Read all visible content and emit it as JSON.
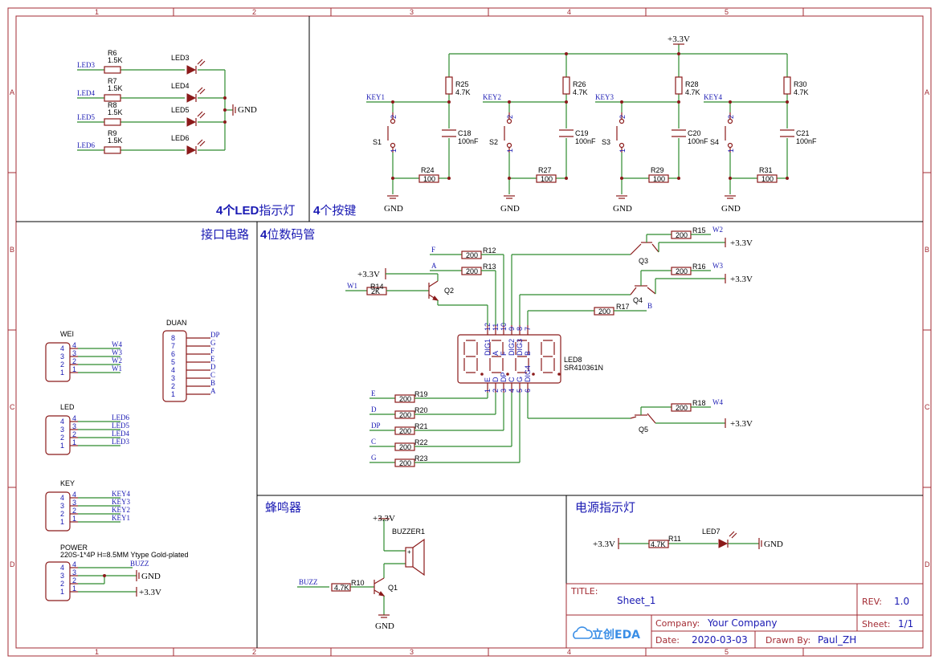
{
  "border": {
    "columns": [
      "1",
      "2",
      "3",
      "4",
      "5"
    ],
    "rows": [
      "A",
      "B",
      "C",
      "D"
    ]
  },
  "sections": {
    "led_title_num": "4",
    "led_title_bold": "个LED",
    "led_title_rest": "指示灯",
    "key_title_num": "4",
    "key_title_rest": "个按键",
    "iface_title": "接口电路",
    "seg_title_num": "4",
    "seg_title_rest": "位数码管",
    "buzzer_title": "蜂鸣器",
    "power_title": "电源指示灯"
  },
  "leds": [
    {
      "net": "LED3",
      "res": "R6",
      "val": "1.5K",
      "led": "LED3"
    },
    {
      "net": "LED4",
      "res": "R7",
      "val": "1.5K",
      "led": "LED4"
    },
    {
      "net": "LED5",
      "res": "R8",
      "val": "1.5K",
      "led": "LED5"
    },
    {
      "net": "LED6",
      "res": "R9",
      "val": "1.5K",
      "led": "LED6"
    }
  ],
  "gnd": "GND",
  "vcc": "+3.3V",
  "keys": [
    {
      "net": "KEY1",
      "sw": "S1",
      "rup": "R25",
      "rupv": "4.7K",
      "cap": "C18",
      "capv": "100nF",
      "rdn": "R24",
      "rdnv": "100"
    },
    {
      "net": "KEY2",
      "sw": "S2",
      "rup": "R26",
      "rupv": "4.7K",
      "cap": "C19",
      "capv": "100nF",
      "rdn": "R27",
      "rdnv": "100"
    },
    {
      "net": "KEY3",
      "sw": "S3",
      "rup": "R28",
      "rupv": "4.7K",
      "cap": "C20",
      "capv": "100nF",
      "rdn": "R29",
      "rdnv": "100"
    },
    {
      "net": "KEY4",
      "sw": "S4",
      "rup": "R30",
      "rupv": "4.7K",
      "cap": "C21",
      "capv": "100nF",
      "rdn": "R31",
      "rdnv": "100"
    }
  ],
  "switch_pins": [
    "2",
    "1"
  ],
  "wei": {
    "name": "WEI",
    "pins": [
      "4",
      "3",
      "2",
      "1"
    ],
    "nets": [
      "W4",
      "W3",
      "W2",
      "W1"
    ]
  },
  "duan": {
    "name": "DUAN",
    "pins": [
      "8",
      "7",
      "6",
      "5",
      "4",
      "3",
      "2",
      "1"
    ],
    "nets": [
      "DP",
      "G",
      "F",
      "E",
      "D",
      "C",
      "B",
      "A"
    ]
  },
  "ledhdr": {
    "name": "LED",
    "pins": [
      "4",
      "3",
      "2",
      "1"
    ],
    "nets": [
      "LED6",
      "LED5",
      "LED4",
      "LED3"
    ]
  },
  "keyhdr": {
    "name": "KEY",
    "pins": [
      "4",
      "3",
      "2",
      "1"
    ],
    "nets": [
      "KEY4",
      "KEY3",
      "KEY2",
      "KEY1"
    ]
  },
  "power": {
    "name": "POWER",
    "desc": "220S-1*4P H=8.5MM Ytype Gold-plated",
    "pins": [
      "4",
      "3",
      "2",
      "1"
    ],
    "net4": "BUZZ",
    "gnd": "GND",
    "vcc": "+3.3V"
  },
  "seg": {
    "ref": "LED8",
    "part": "SR410361N",
    "top_pins": [
      "12",
      "11",
      "10",
      "9",
      "8",
      "7"
    ],
    "top_names": [
      "DIG1",
      "A",
      "F",
      "DIG2",
      "DIG3",
      "B"
    ],
    "bot_pins": [
      "1",
      "2",
      "3",
      "4",
      "5",
      "6"
    ],
    "bot_names": [
      "E",
      "D",
      "DP",
      "C",
      "G",
      "DIG4"
    ],
    "top_res": [
      {
        "net": "F",
        "ref": "R12",
        "val": "200"
      },
      {
        "net": "A",
        "ref": "R13",
        "val": "200"
      },
      {
        "net": "B",
        "ref": "R17",
        "val": "200"
      }
    ],
    "bot_res": [
      {
        "net": "E",
        "ref": "R19",
        "val": "200"
      },
      {
        "net": "D",
        "ref": "R20",
        "val": "200"
      },
      {
        "net": "DP",
        "ref": "R21",
        "val": "200"
      },
      {
        "net": "C",
        "ref": "R22",
        "val": "200"
      },
      {
        "net": "G",
        "ref": "R23",
        "val": "200"
      }
    ],
    "q2": {
      "ref": "Q2",
      "rb": "R14",
      "rbv": "2K",
      "net": "W1",
      "vcc": "+3.3V"
    },
    "q3": {
      "ref": "Q3",
      "rb": "R15",
      "rbv": "200",
      "net": "W2",
      "vcc": "+3.3V"
    },
    "q4": {
      "ref": "Q4",
      "rb": "R16",
      "rbv": "200",
      "net": "W3",
      "vcc": "+3.3V"
    },
    "q5": {
      "ref": "Q5",
      "rb": "R18",
      "rbv": "200",
      "net": "W4",
      "vcc": "+3.3V"
    }
  },
  "buzzer": {
    "ref": "BUZZER1",
    "vcc": "+3.3V",
    "net": "BUZZ",
    "rb": "R10",
    "rbv": "4.7K",
    "q": "Q1",
    "gnd": "GND"
  },
  "pwrled": {
    "vcc": "+3.3V",
    "res": "R11",
    "val": "4.7K",
    "led": "LED7",
    "gnd": "GND"
  },
  "titleblock": {
    "title_label": "TITLE:",
    "title": "Sheet_1",
    "rev_label": "REV:",
    "rev": "1.0",
    "company_label": "Company:",
    "company": "Your Company",
    "sheet_label": "Sheet:",
    "sheet": "1/1",
    "date_label": "Date:",
    "date": "2020-03-03",
    "drawn_label": "Drawn By:",
    "drawn": "Paul_ZH",
    "logo": "立创EDA"
  },
  "colors": {
    "frame": "#a32b33",
    "wire": "#2e8b2e",
    "part": "#8b1a1a",
    "text": "#1a1ab3"
  }
}
